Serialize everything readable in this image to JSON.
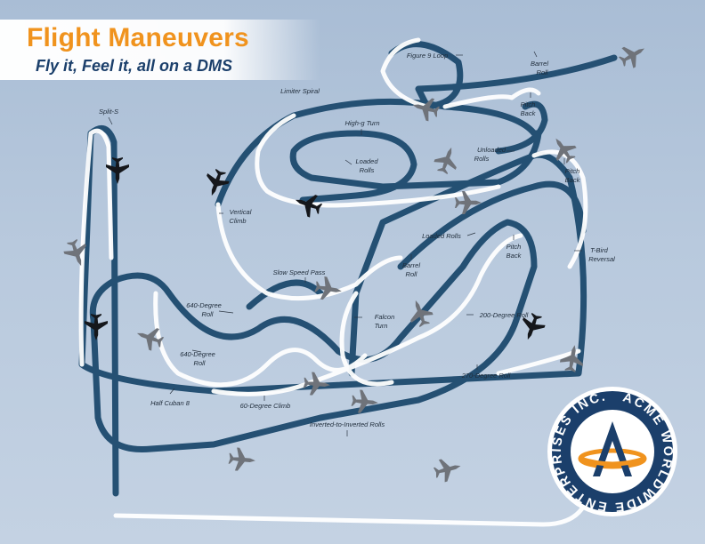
{
  "header": {
    "title": "Flight Maneuvers",
    "subtitle": "Fly it, Feel it, all on a DMS"
  },
  "maneuvers": {
    "split_s": "Split-S",
    "limiter_spiral": "Limiter Spiral",
    "figure_9_loop": "Figure 9 Loop",
    "barrel_roll_top_1": "Barrel",
    "barrel_roll_top_2": "Roll",
    "high_g_turn": "High-g Turn",
    "pitch_back_top_1": "Pitch",
    "pitch_back_top_2": "Back",
    "loaded_rolls_inner_1": "Loaded",
    "loaded_rolls_inner_2": "Rolls",
    "unloaded_rolls_1": "Unloaded",
    "unloaded_rolls_2": "Rolls",
    "pitch_back_right_1": "Pitch",
    "pitch_back_right_2": "Back",
    "vertical_climb_1": "Vertical",
    "vertical_climb_2": "Climb",
    "loaded_rolls_mid": "Loaded Rolls",
    "pitch_back_mid_1": "Pitch",
    "pitch_back_mid_2": "Back",
    "t_bird_reversal_1": "T-Bird",
    "t_bird_reversal_2": "Reversal",
    "barrel_roll_mid_1": "Barrel",
    "barrel_roll_mid_2": "Roll",
    "slow_speed_pass": "Slow Speed Pass",
    "roll_640_a_1": "640-Degree",
    "roll_640_a_2": "Roll",
    "falcon_turn_1": "Falcon",
    "falcon_turn_2": "Turn",
    "deg_200_roll": "200-Degree Roll",
    "roll_640_b_1": "640-Degree",
    "roll_640_b_2": "Roll",
    "deg_270_roll": "270-Degree Roll",
    "half_cuban_8": "Half Cuban 8",
    "climb_60": "60-Degree Climb",
    "inverted_rolls": "Inverted-to-Inverted Rolls"
  },
  "logo": {
    "ring_text": "ACME WORLDWIDE ENTERPRISES INC.",
    "ring_color": "#1b3f6b",
    "accent_color": "#f0931e"
  },
  "colors": {
    "ribbon_light": "#ffffff",
    "ribbon_dark": "#1d4a6e",
    "jet_dark": "#15171b",
    "jet_grey": "#6f737a"
  }
}
